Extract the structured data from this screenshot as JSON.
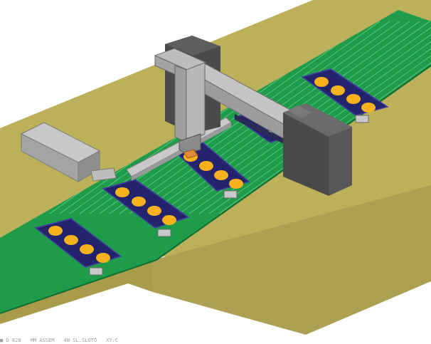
{
  "viewport": {
    "title": "",
    "colors": {
      "background": "#ffffff",
      "base": "#bcb05a",
      "base_side": "#a89c4a",
      "conveyor": "#1f9c4a",
      "conveyor_line": "#8fe0a8",
      "conveyor_edge": "#0f6e30",
      "fixture": "#24246e",
      "fixture_rim": "#4040a0",
      "pad": "#f5b21c",
      "gantry_metal": "#a8a8a8",
      "gantry_dark": "#5a5a5a",
      "motor_block": "#4a4a4a",
      "gripper_tip": "#e08a3a"
    }
  },
  "status_bar": {
    "segments": [
      "■ D 828",
      "MM ASSEM",
      "4W SL.SLOTO",
      "XY:C"
    ]
  }
}
